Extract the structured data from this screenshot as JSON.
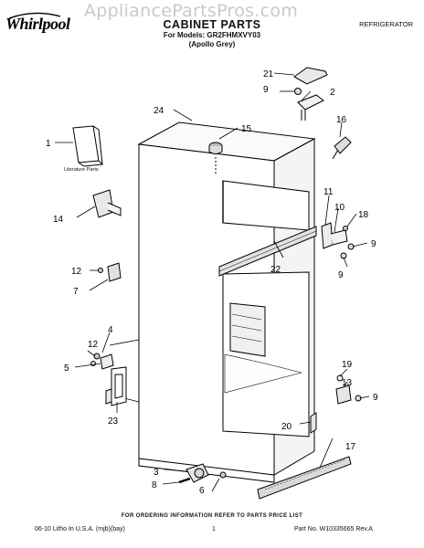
{
  "watermark": "AppliancePartsPros.com",
  "brand": "Whirlpool",
  "header": {
    "title": "CABINET PARTS",
    "models": "For Models: GR2FHMXVY03",
    "variant": "(Apollo Grey)",
    "category": "REFRIGERATOR"
  },
  "literature_label": "Literature Parts",
  "callouts": [
    {
      "id": "c1",
      "text": "1"
    },
    {
      "id": "c2",
      "text": "2"
    },
    {
      "id": "c3",
      "text": "3"
    },
    {
      "id": "c4",
      "text": "4"
    },
    {
      "id": "c5",
      "text": "5"
    },
    {
      "id": "c6",
      "text": "6"
    },
    {
      "id": "c7",
      "text": "7"
    },
    {
      "id": "c8",
      "text": "8"
    },
    {
      "id": "c9a",
      "text": "9"
    },
    {
      "id": "c9b",
      "text": "9"
    },
    {
      "id": "c9c",
      "text": "9"
    },
    {
      "id": "c9d",
      "text": "9"
    },
    {
      "id": "c10",
      "text": "10"
    },
    {
      "id": "c11",
      "text": "11"
    },
    {
      "id": "c12a",
      "text": "12"
    },
    {
      "id": "c12b",
      "text": "12"
    },
    {
      "id": "c13",
      "text": "13"
    },
    {
      "id": "c14",
      "text": "14"
    },
    {
      "id": "c15",
      "text": "15"
    },
    {
      "id": "c16",
      "text": "16"
    },
    {
      "id": "c17",
      "text": "17"
    },
    {
      "id": "c18",
      "text": "18"
    },
    {
      "id": "c19",
      "text": "19"
    },
    {
      "id": "c20",
      "text": "20"
    },
    {
      "id": "c21",
      "text": "21"
    },
    {
      "id": "c22",
      "text": "22"
    },
    {
      "id": "c23",
      "text": "23"
    },
    {
      "id": "c24",
      "text": "24"
    }
  ],
  "footer": {
    "instructions": "FOR ORDERING INFORMATION REFER TO PARTS PRICE LIST",
    "litho": "06-10 Litho In U.S.A. (mjb)(bay)",
    "page": "1",
    "part_no": "Part No. W10335665 Rev.A"
  }
}
